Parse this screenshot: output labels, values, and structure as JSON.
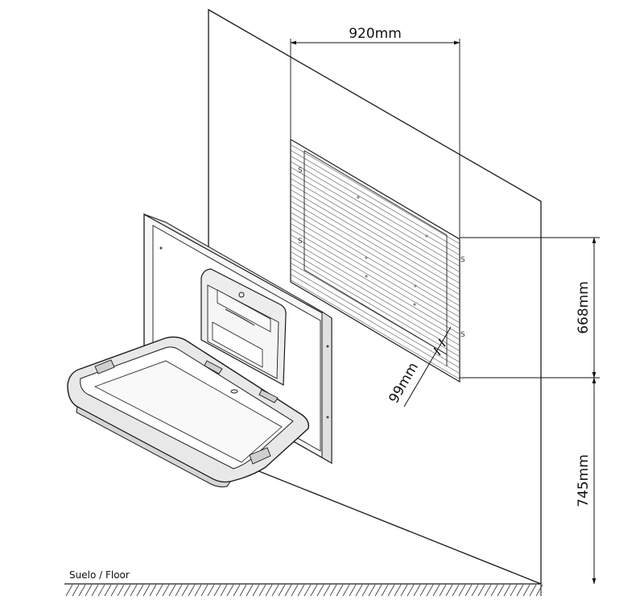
{
  "dimensions": {
    "recess_width": "920mm",
    "recess_height": "668mm",
    "recess_depth": "99mm",
    "mount_height": "745mm"
  },
  "floor_label": "Suelo / Floor",
  "colors": {
    "line": "#1a1a1a",
    "hatch": "#555555",
    "unit_fill": "#f4f4f4"
  }
}
